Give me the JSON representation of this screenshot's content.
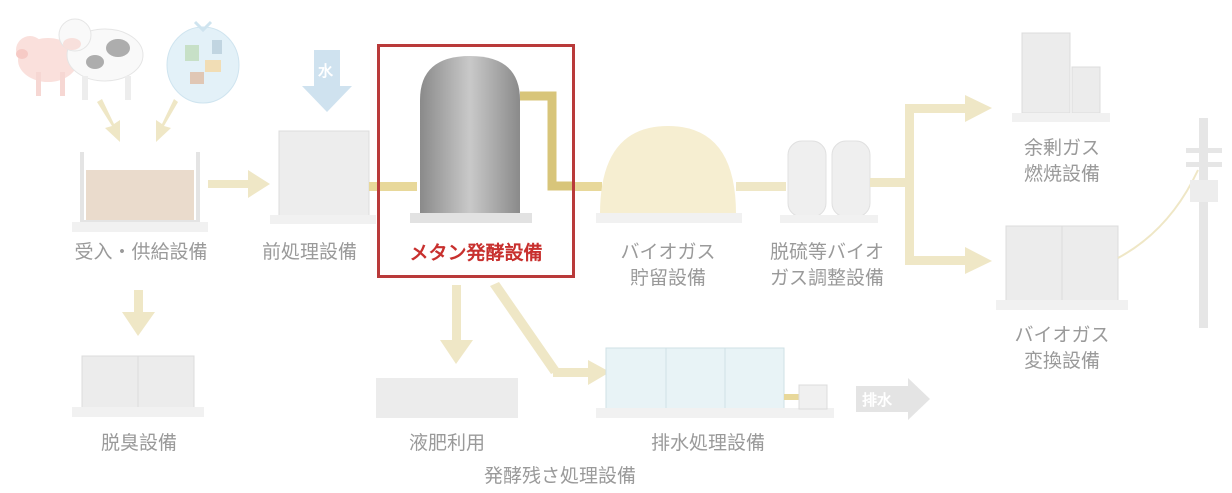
{
  "highlighted": "メタン発酵設備",
  "labels": {
    "uke": "受入・供給設備",
    "zen": "前処理設備",
    "methane": "メタン発酵設備",
    "biogas_store_1": "バイオガス",
    "biogas_store_2": "貯留設備",
    "desulf_1": "脱硫等バイオ",
    "desulf_2": "ガス調整設備",
    "surplus_1": "余剰ガス",
    "surplus_2": "燃焼設備",
    "convert_1": "バイオガス",
    "convert_2": "変換設備",
    "deodor": "脱臭設備",
    "liquid": "液肥利用",
    "wastewater": "排水処理設備",
    "residue": "発酵残さ処理設備"
  },
  "arrow_labels": {
    "water": "水",
    "drain": "排水"
  },
  "colors": {
    "highlight": "#c8302e",
    "flow_arrow": "#efe7c6",
    "gas_pipe": "#e8d89a",
    "tank": "#a8a8a8",
    "water_arrow": "#cfe2ef"
  },
  "icons": [
    "cow-icon",
    "pig-icon",
    "garbage-bag-icon",
    "power-pole-icon"
  ]
}
